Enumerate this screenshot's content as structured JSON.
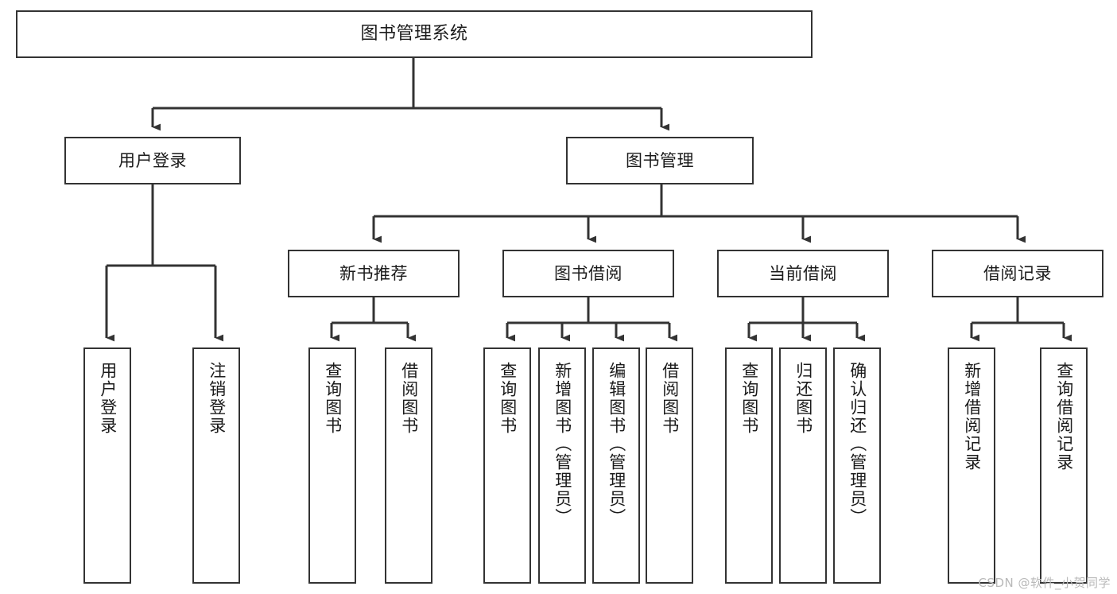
{
  "diagram": {
    "type": "tree",
    "title": "图书管理系统",
    "root": {
      "id": "root",
      "label": "图书管理系统"
    },
    "level2": [
      {
        "id": "user-login",
        "label": "用户登录"
      },
      {
        "id": "book-manage",
        "label": "图书管理"
      }
    ],
    "level3": [
      {
        "id": "new-book-rec",
        "label": "新书推荐"
      },
      {
        "id": "book-borrow",
        "label": "图书借阅"
      },
      {
        "id": "current-borrow",
        "label": "当前借阅"
      },
      {
        "id": "borrow-record",
        "label": "借阅记录"
      }
    ],
    "leaves": {
      "user_login": [
        {
          "id": "leaf-user-login",
          "label": "用户登录"
        },
        {
          "id": "leaf-logout-login",
          "label": "注销登录"
        }
      ],
      "new_book_rec": [
        {
          "id": "leaf-query-book-1",
          "label": "查询图书"
        },
        {
          "id": "leaf-borrow-book-1",
          "label": "借阅图书"
        }
      ],
      "book_borrow": [
        {
          "id": "leaf-query-book-2",
          "label": "查询图书"
        },
        {
          "id": "leaf-add-book",
          "label": "新增图书（管理员）"
        },
        {
          "id": "leaf-edit-book",
          "label": "编辑图书（管理员）"
        },
        {
          "id": "leaf-borrow-book-2",
          "label": "借阅图书"
        }
      ],
      "current_borrow": [
        {
          "id": "leaf-query-book-3",
          "label": "查询图书"
        },
        {
          "id": "leaf-return-book",
          "label": "归还图书"
        },
        {
          "id": "leaf-confirm-return",
          "label": "确认归还（管理员）"
        }
      ],
      "borrow_record": [
        {
          "id": "leaf-add-record",
          "label": "新增借阅记录"
        },
        {
          "id": "leaf-query-record",
          "label": "查询借阅记录"
        }
      ]
    },
    "colors": {
      "stroke": "#333333",
      "fill": "#ffffff",
      "text": "#1b1b1b",
      "watermark": "#b9b9b9"
    }
  },
  "watermark": {
    "text": "CSDN @软件_小贺同学"
  }
}
